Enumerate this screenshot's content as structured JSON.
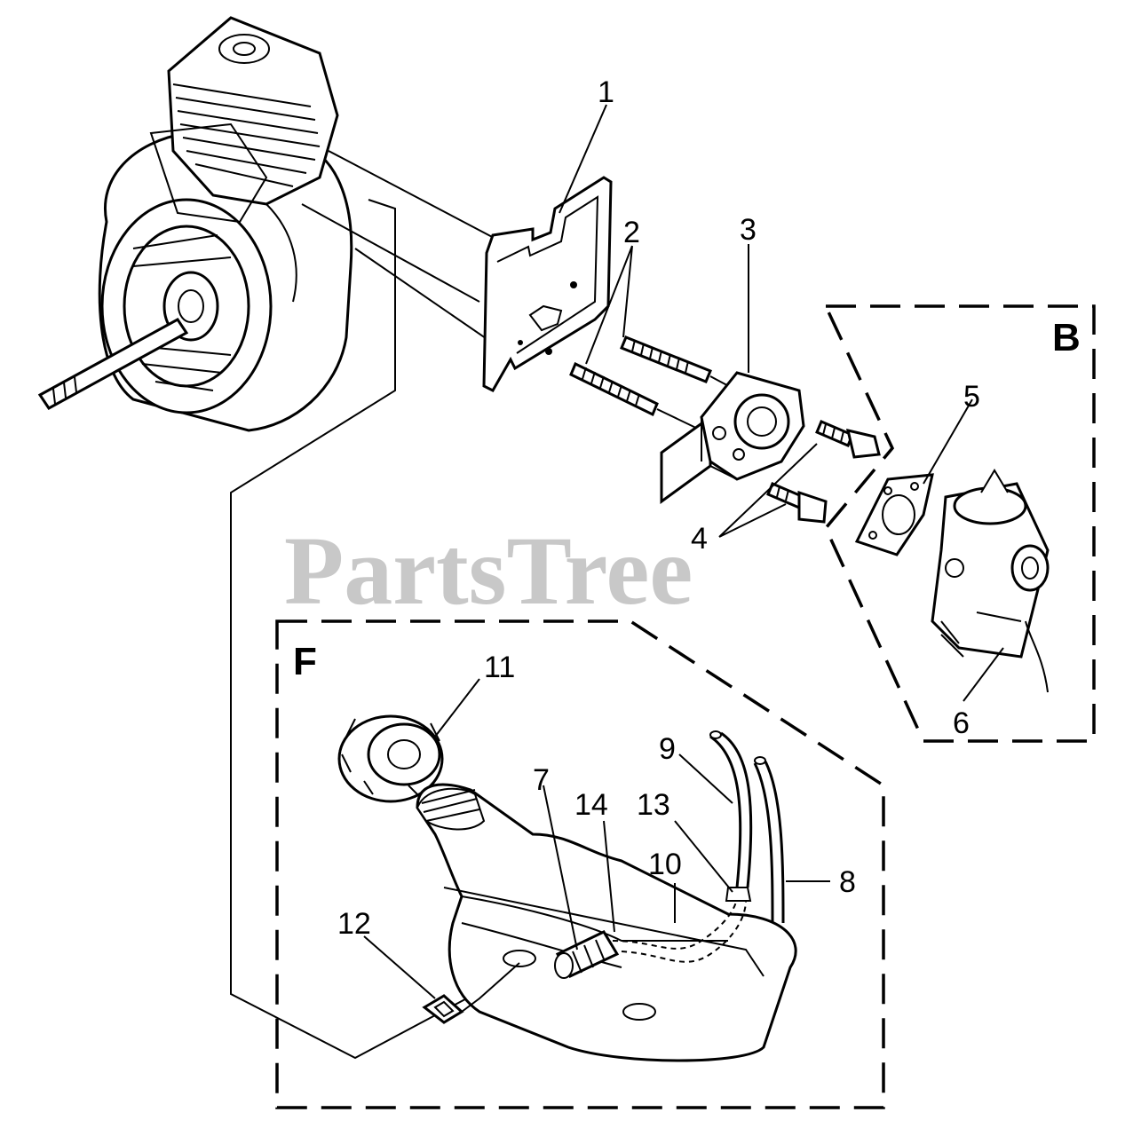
{
  "watermark": "PartsTree",
  "sections": {
    "b": "B",
    "f": "F"
  },
  "callouts": {
    "c1": "1",
    "c2": "2",
    "c3": "3",
    "c4": "4",
    "c5": "5",
    "c6": "6",
    "c7": "7",
    "c8": "8",
    "c9": "9",
    "c10": "10",
    "c11": "11",
    "c12": "12",
    "c13": "13",
    "c14": "14"
  }
}
